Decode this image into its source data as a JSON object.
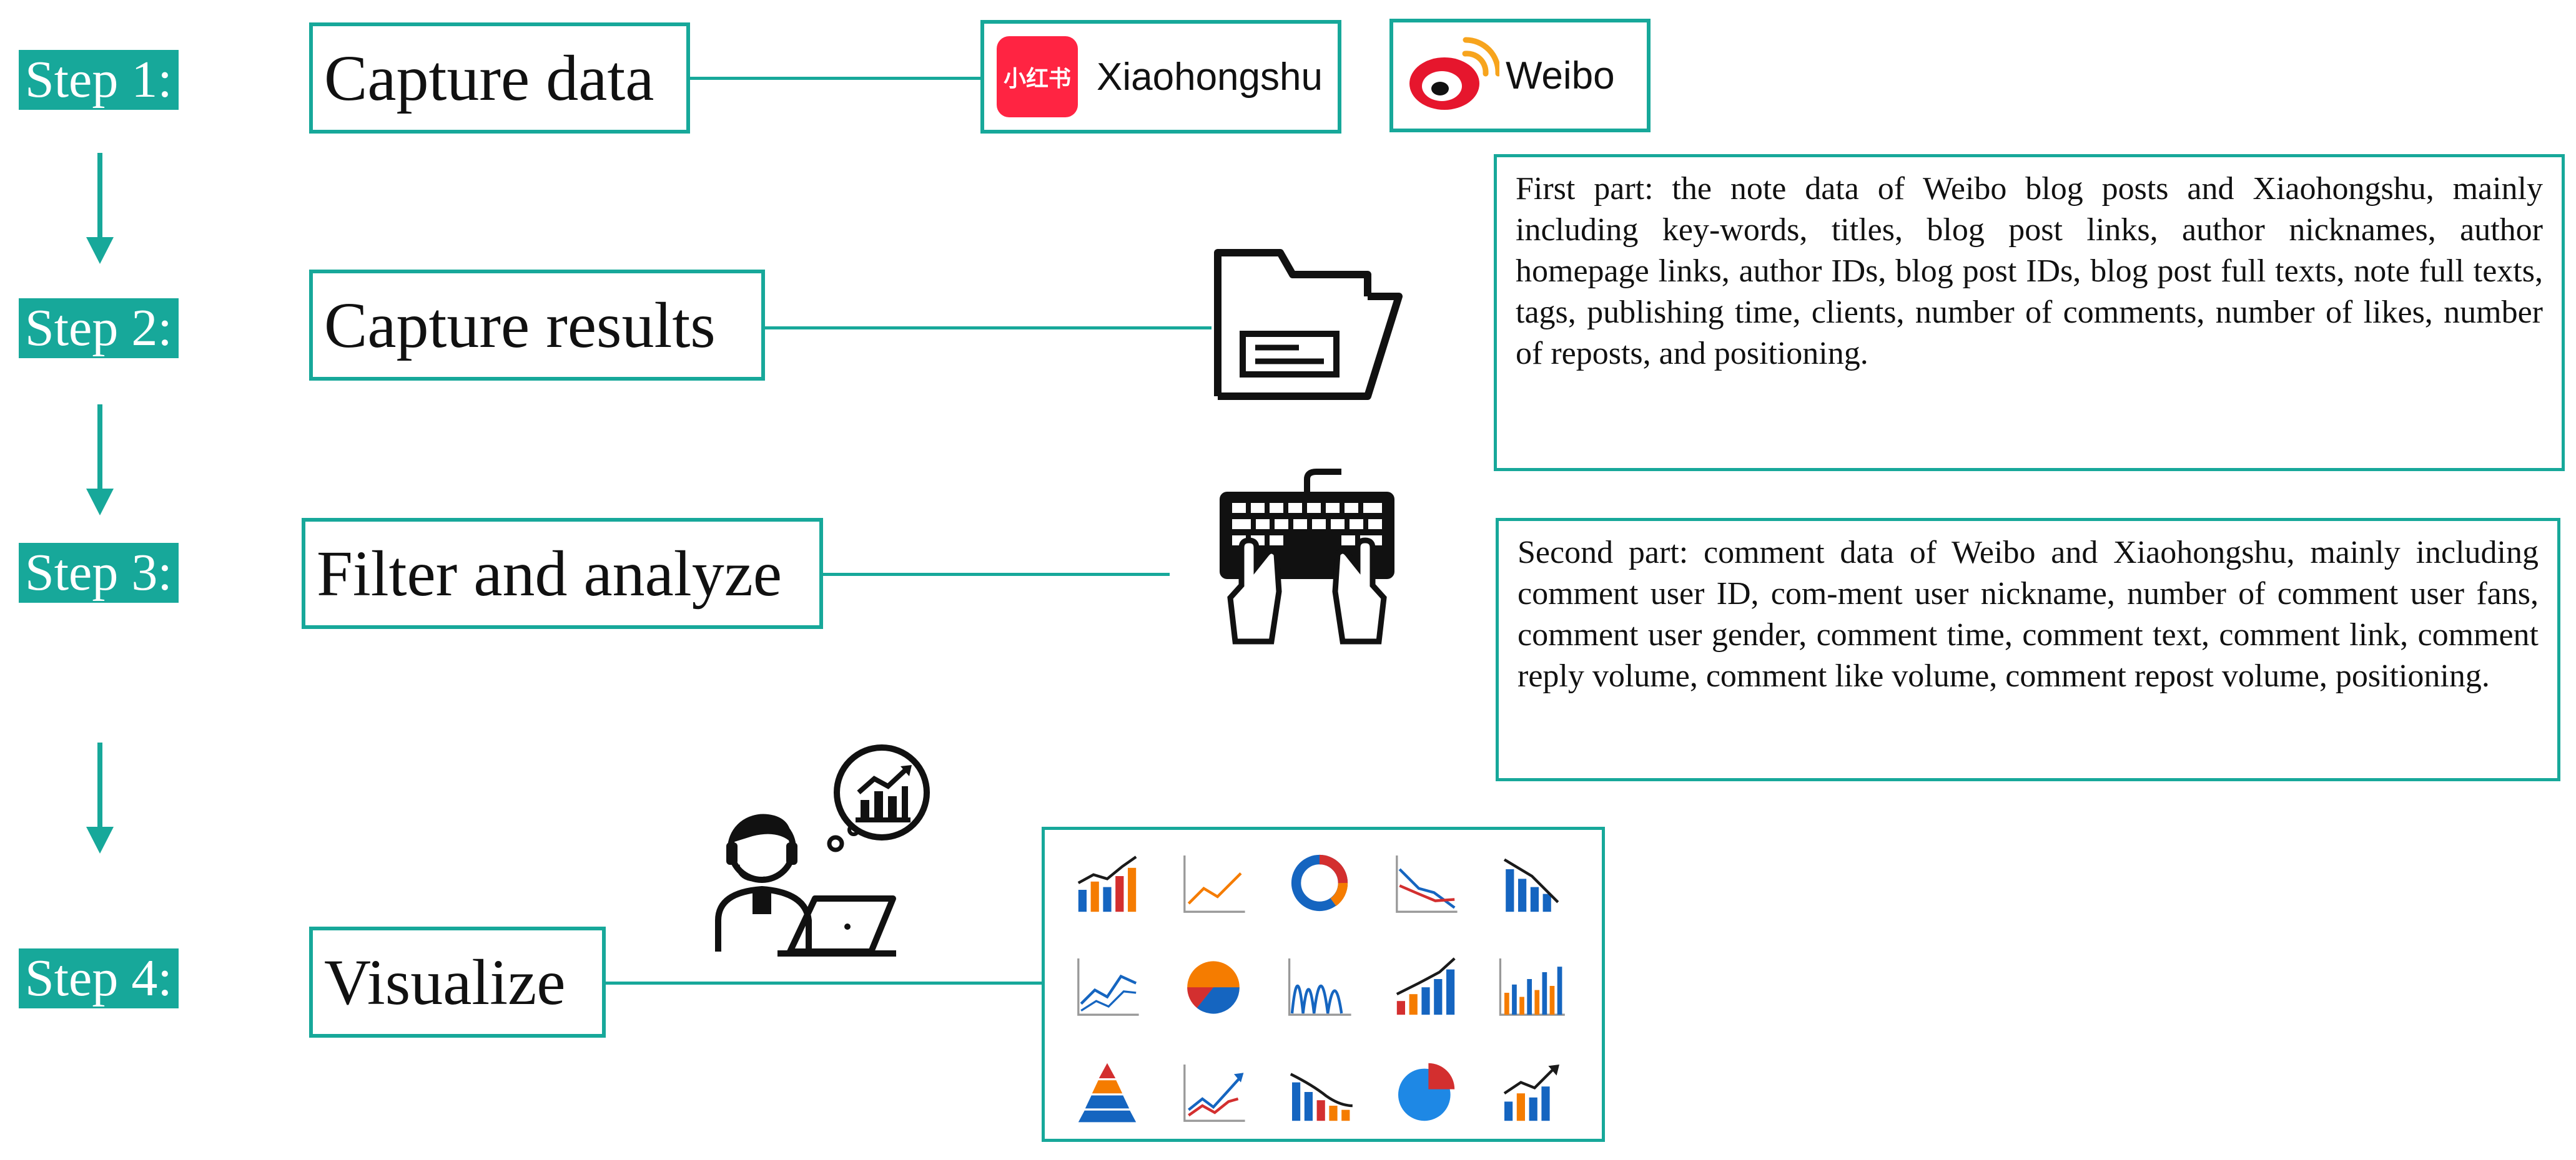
{
  "steps": [
    {
      "label": "Step 1:",
      "box": "Capture data"
    },
    {
      "label": "Step 2:",
      "box": "Capture results"
    },
    {
      "label": "Step 3:",
      "box": "Filter and analyze"
    },
    {
      "label": "Step 4:",
      "box": "Visualize"
    }
  ],
  "sources": {
    "xiaohongshu": {
      "name": "Xiaohongshu",
      "logo_text": "小红书"
    },
    "weibo": {
      "name": "Weibo"
    }
  },
  "descriptions": {
    "first": "First part: the note data of Weibo blog posts and Xiaohongshu, mainly including key-words, titles, blog post links, author nicknames, author homepage links, author IDs, blog post IDs, blog post full texts, note full texts, tags, publishing time, clients, number of comments, number of likes, number of reposts, and positioning.",
    "second": "Second part: comment data of Weibo and Xiaohongshu, mainly including comment user ID, com-ment user nickname, number of comment user fans, comment user gender, comment time, comment text, comment link, comment reply volume, comment like volume, comment repost volume, positioning."
  },
  "icons": [
    "folder-icon",
    "keyboard-typing-icon",
    "analyst-headset-icon",
    "chart-bubble-icon"
  ],
  "chart_icons": [
    "bar-trend-icon",
    "line-chart-icon",
    "donut-chart-icon",
    "decline-line-icon",
    "bar-decline-icon",
    "multi-line-icon",
    "pie-chart-icon",
    "wave-chart-icon",
    "bar-growth-icon",
    "column-chart-icon",
    "pyramid-chart-icon",
    "line-arrow-icon",
    "bar-curve-icon",
    "pie-slice-icon",
    "bar-arrow-icon"
  ],
  "colors": {
    "accent": "#17a89a",
    "xhs_red": "#ff2442",
    "weibo_red": "#e6162d",
    "weibo_yellow": "#f7a41d",
    "chart_blue": "#1565c0",
    "chart_orange": "#f57c00",
    "chart_red": "#d32f2f"
  }
}
